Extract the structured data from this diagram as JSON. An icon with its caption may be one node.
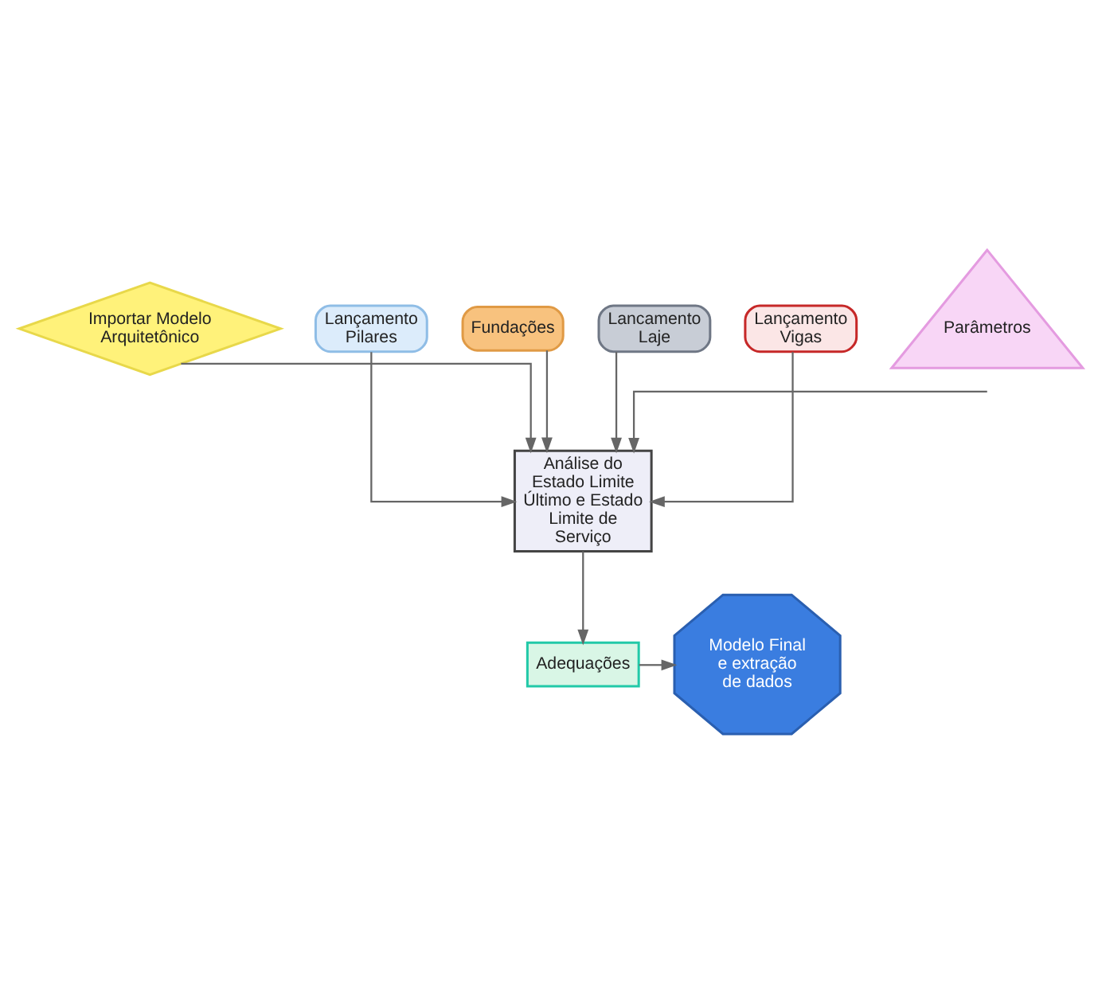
{
  "diagram": {
    "nodes": [
      {
        "text": [
          "Importar Modelo Arquitetônico"
        ]
      },
      {
        "text": [
          "Lançamento Pilares"
        ]
      },
      {
        "text": [
          "Fundações"
        ]
      },
      {
        "text": [
          "Lancamento Laje"
        ]
      },
      {
        "text": [
          "Lançamento Vigas"
        ]
      },
      {
        "text": [
          "Análise do Estado Limite Último e Estado Limite de Serviço"
        ]
      },
      {
        "text": [
          "Parâmetros"
        ]
      },
      {
        "text": [
          "Adequações"
        ]
      },
      {
        "text": [
          "Modelo Final e extração de dados"
        ]
      }
    ],
    "edges": [
      {
        "from": 0,
        "to": 5,
        "arrow": "to"
      },
      {
        "from": 1,
        "to": 5,
        "arrow": "to"
      },
      {
        "from": 2,
        "to": 5,
        "arrow": "to"
      },
      {
        "from": 3,
        "to": 5,
        "arrow": "to"
      },
      {
        "from": 4,
        "to": 5,
        "arrow": "to"
      },
      {
        "from": 6,
        "to": 5,
        "arrow": "to"
      },
      {
        "from": 5,
        "to": 7,
        "arrow": "to"
      },
      {
        "from": 7,
        "to": 8,
        "arrow": "to"
      }
    ]
  }
}
